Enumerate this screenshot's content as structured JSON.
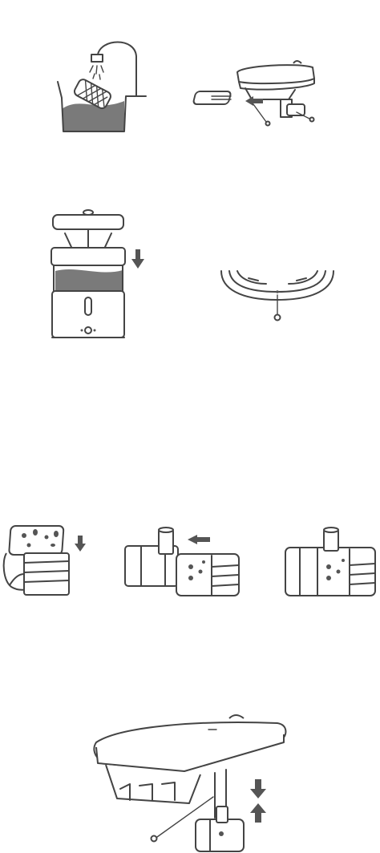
{
  "illustrations": [
    {
      "icon": "rinse-filter-under-faucet"
    },
    {
      "icon": "remove-filter-from-lid"
    },
    {
      "icon": "reassemble-fountain"
    },
    {
      "icon": "lid-underside-detail"
    },
    {
      "icon": "pump-cover-removal"
    },
    {
      "icon": "pump-reattach"
    },
    {
      "icon": "pump-assembled"
    },
    {
      "icon": "pump-install-under-lid"
    }
  ],
  "colors": {
    "stroke": "#444444",
    "water": "#7a7a7a",
    "background": "#ffffff"
  }
}
